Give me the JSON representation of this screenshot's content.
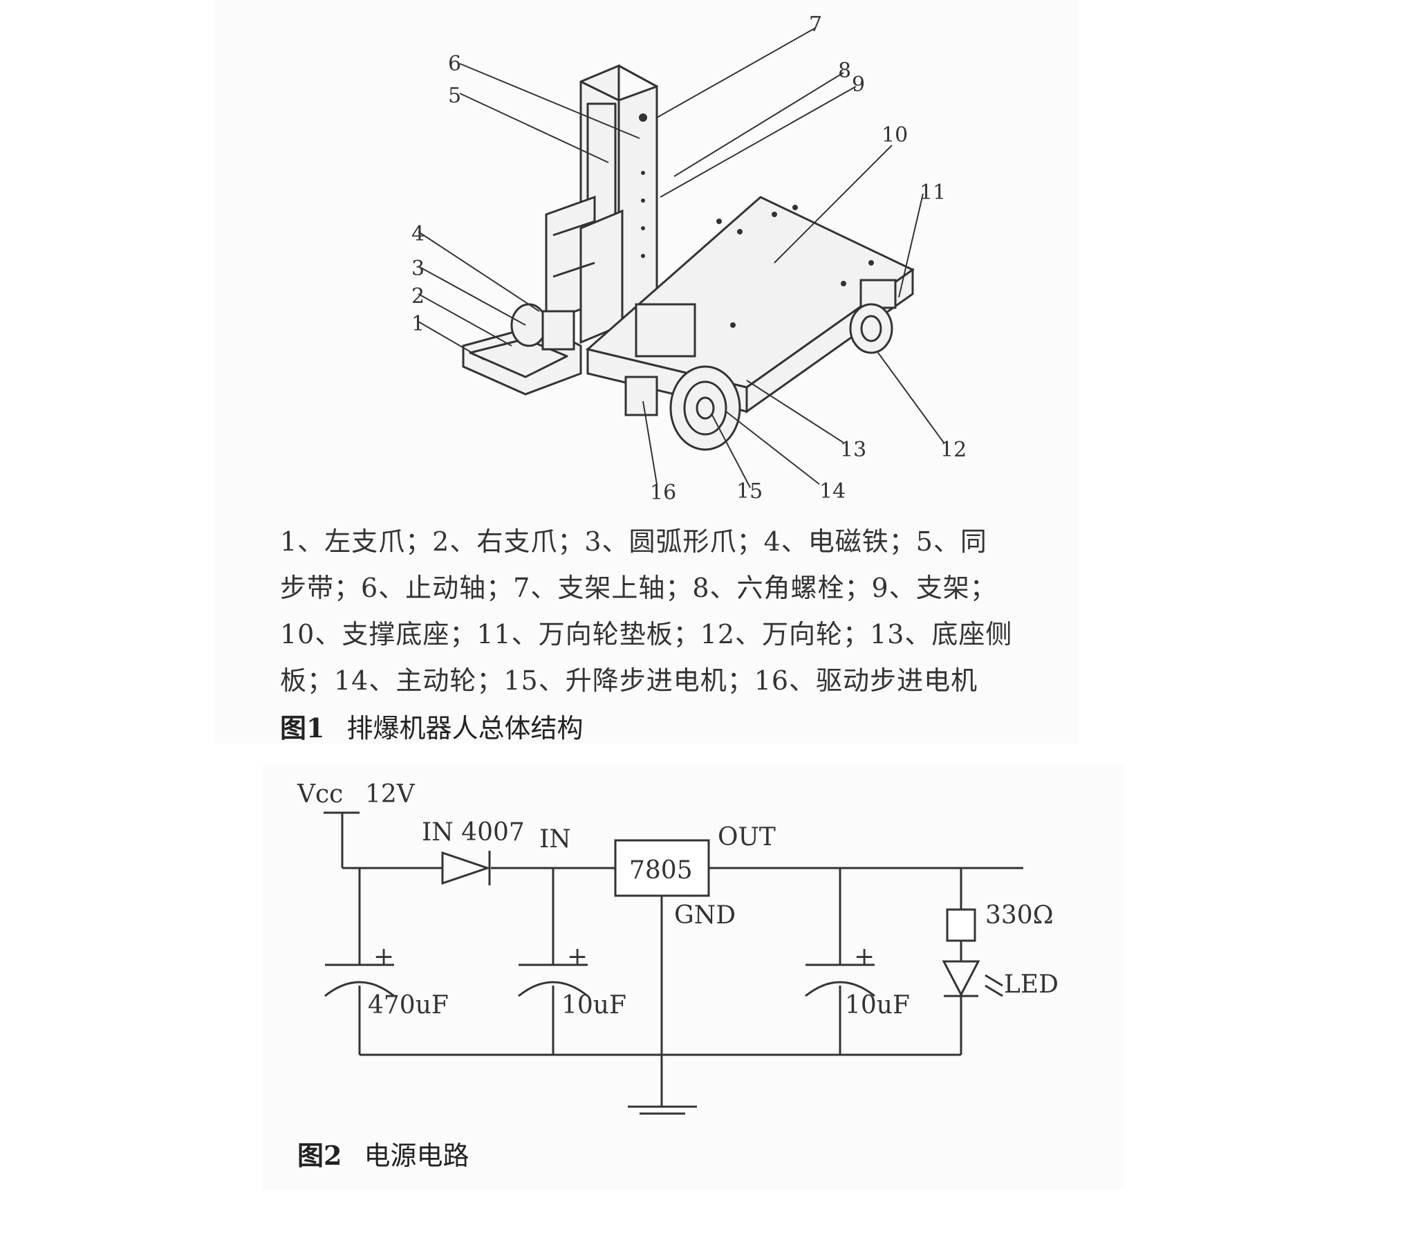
{
  "figure1": {
    "part_numbers": [
      "1",
      "2",
      "3",
      "4",
      "5",
      "6",
      "7",
      "8",
      "9",
      "10",
      "11",
      "12",
      "13",
      "14",
      "15",
      "16"
    ],
    "legend_lines": [
      "1、左支爪；2、右支爪；3、圆弧形爪；4、电磁铁；5、同",
      "步带；6、止动轴；7、支架上轴；8、六角螺栓；9、支架；",
      "10、支撑底座；11、万向轮垫板；12、万向轮；13、底座侧",
      "板；14、主动轮；15、升降步进电机；16、驱动步进电机"
    ],
    "caption_number": "图1",
    "caption_title": "排爆机器人总体结构"
  },
  "figure2": {
    "labels": {
      "vcc": "Vcc",
      "voltage": "12V",
      "diode": "IN 4007",
      "in": "IN",
      "regulator": "7805",
      "out": "OUT",
      "gnd": "GND",
      "resistor": "330Ω",
      "led": "LED",
      "cap1": "470uF",
      "cap2": "10uF",
      "cap3": "10uF",
      "plus": "+"
    },
    "caption_number": "图2",
    "caption_title": "电源电路"
  }
}
